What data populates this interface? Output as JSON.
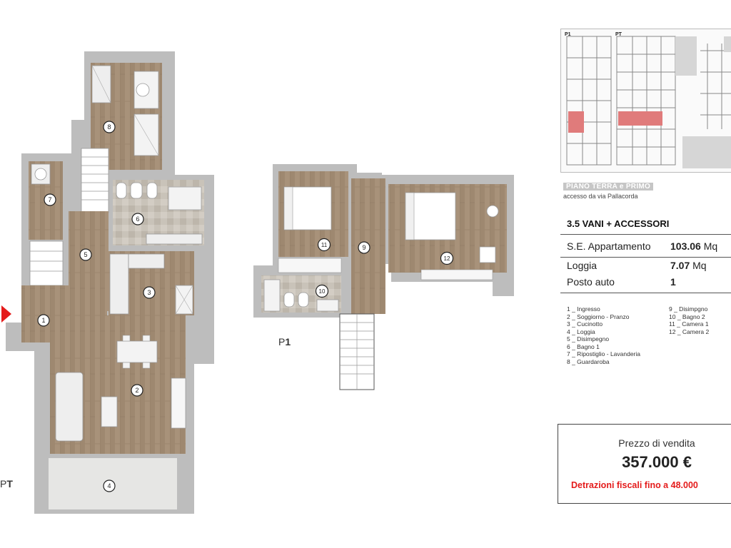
{
  "floor_plan": {
    "levels": [
      "PT",
      "P1"
    ],
    "level_pt_prefix": "P",
    "level_pt_suffix": "T",
    "level_p1_prefix": "P",
    "level_p1_suffix": "1",
    "room_numbers": [
      "1",
      "2",
      "3",
      "4",
      "5",
      "6",
      "7",
      "8",
      "9",
      "10",
      "11",
      "12"
    ],
    "colors": {
      "wood": "#a8927a",
      "wall": "#bdbdbd",
      "tile": "#c9c3b9",
      "loggia": "#e6e6e4",
      "entry_arrow": "#e41b1b"
    }
  },
  "location_map": {
    "label_p1": "P1",
    "label_pt": "PT",
    "highlight_color": "#e07b7b"
  },
  "info": {
    "floors_tag": "PIANO TERRA e PRIMO",
    "access": "accesso da via Pallacorda",
    "title": "3.5 VANI + ACCESSORI",
    "specs": [
      {
        "label": "S.E. Appartamento",
        "value": "103.06",
        "unit": "Mq"
      },
      {
        "label": "Loggia",
        "value": "7.07",
        "unit": "Mq"
      },
      {
        "label": "Posto auto",
        "value": "1",
        "unit": ""
      }
    ],
    "legend_left": [
      "1 _ Ingresso",
      "2 _ Soggiorno - Pranzo",
      "3 _ Cucinotto",
      "4 _ Loggia",
      "5 _ Disimpegno",
      "6 _ Bagno 1",
      "7 _ Ripostiglio - Lavanderia",
      "8 _ Guardaroba"
    ],
    "legend_right": [
      "9 _ Disimpgno",
      "10 _ Bagno 2",
      "11 _ Camera 1",
      "12 _ Camera 2"
    ]
  },
  "price": {
    "label": "Prezzo di vendita",
    "value": "357.000 €",
    "note": "Detrazioni fiscali fino a 48.000"
  }
}
